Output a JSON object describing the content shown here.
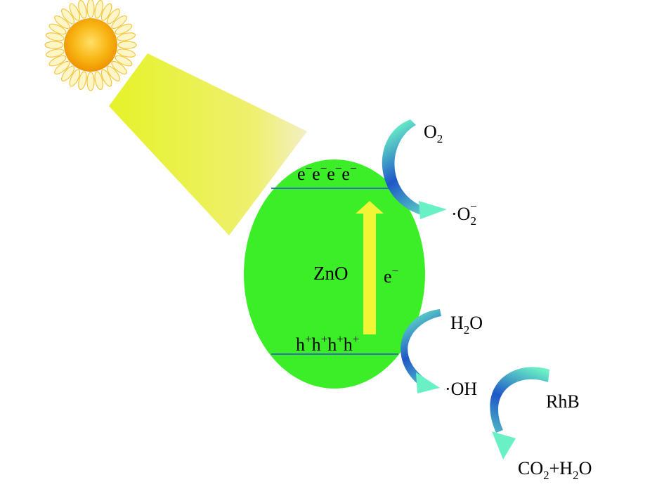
{
  "material": {
    "name": "ZnO",
    "color": "#3cee28"
  },
  "bands": {
    "conduction": {
      "label": "e",
      "sign": "−",
      "count": 4
    },
    "valence": {
      "label": "h",
      "sign": "+",
      "count": 4
    },
    "line_color": "#2e74b5"
  },
  "transfer": {
    "label": "e",
    "sign": "−",
    "arrow_color": "#f2f535"
  },
  "light": {
    "sun_color": "#f5a000",
    "beam_color": "#eef23a"
  },
  "reactions": {
    "reduction": {
      "reactant_base": "O",
      "reactant_sub": "2",
      "product_dot": "·",
      "product_base": "O",
      "product_sub": "2",
      "product_sup": "−"
    },
    "oxidation": {
      "reactant_base": "H",
      "reactant_sub": "2",
      "reactant_tail": "O",
      "product": "·OH"
    },
    "degradation": {
      "reactant": "RhB",
      "p1_base": "CO",
      "p1_sub": "2",
      "plus": "+",
      "p2_base": "H",
      "p2_sub": "2",
      "p2_tail": "O"
    }
  },
  "arrow_colors": {
    "start": "#1f57c8",
    "end": "#6af0c5"
  }
}
